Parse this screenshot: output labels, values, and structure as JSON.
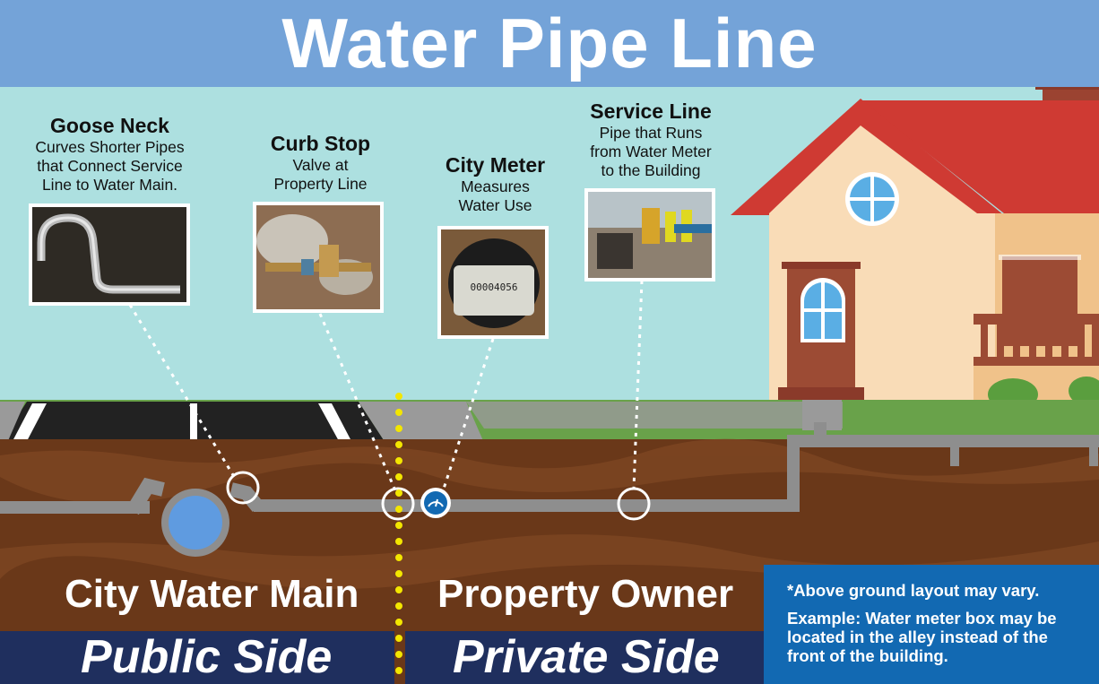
{
  "title": "Water Pipe Line",
  "labels": {
    "goose_neck": {
      "heading": "Goose Neck",
      "desc": "Curves Shorter Pipes\nthat Connect Service\nLine to Water Main."
    },
    "curb_stop": {
      "heading": "Curb Stop",
      "desc": "Valve at\nProperty Line"
    },
    "city_meter": {
      "heading": "City Meter",
      "desc": "Measures\nWater Use"
    },
    "service_line": {
      "heading": "Service Line",
      "desc": "Pipe that Runs\nfrom Water Meter\nto the Building"
    }
  },
  "meter_reading": "00004056",
  "ground_labels": {
    "left": "City Water Main",
    "right": "Property Owner"
  },
  "sides": {
    "public": "Public Side",
    "private": "Private Side"
  },
  "note": {
    "line1": "*Above ground layout may vary.",
    "line2": "Example: Water meter box may be located in the alley instead of the front of the building."
  },
  "colors": {
    "header": "#74a3d8",
    "sky": "#ade0e0",
    "grass": "#69a24a",
    "soil": "#6a3819",
    "pipe": "#8e8e8e",
    "property_line": "#f3e600",
    "side_band": "#1f2f5e",
    "note_box": "#1269b2",
    "roof": "#cf3a33",
    "house_wall": "#f9dcb7",
    "door": "#9c4b34"
  }
}
